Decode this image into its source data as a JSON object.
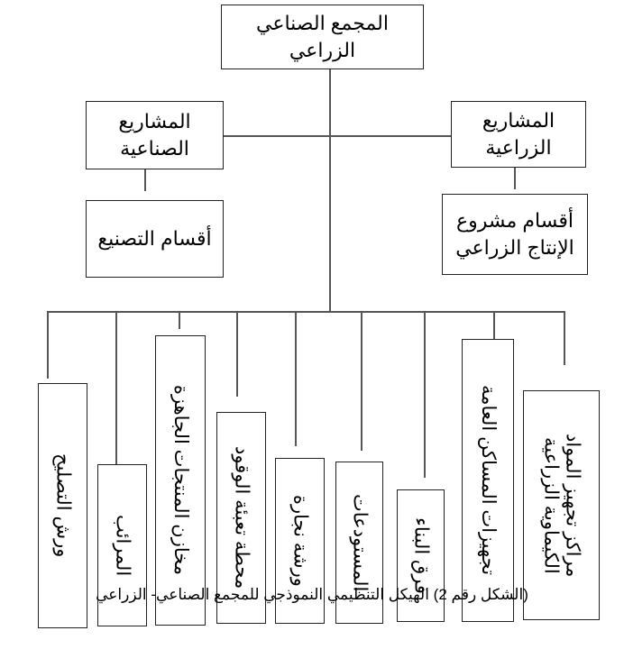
{
  "root": "المجمع الصناعي الزراعي",
  "branches": {
    "industrial_projects": "المشاريع الصناعية",
    "agricultural_projects": "المشاريع الزراعية",
    "manufacturing_departments": "أقسام التصنيع",
    "agri_production_departments": "أقسام مشروع الإنتاج الزراعي"
  },
  "units": [
    "ورش التصليح",
    "المرائب",
    "مخازن المنتجات الجاهزة",
    "محطة تعبئة الوقود",
    "ورشة نجارة",
    "المستودعات",
    "فرق البناء",
    "تجهيزات المساكن العامة",
    "مراكز تجهيز المواد الكيماوية الزراعية"
  ],
  "caption": "(الشكل رقم 2) الهيكل التنظيمي النموذجي للمجمع الصناعي- الزراعي"
}
